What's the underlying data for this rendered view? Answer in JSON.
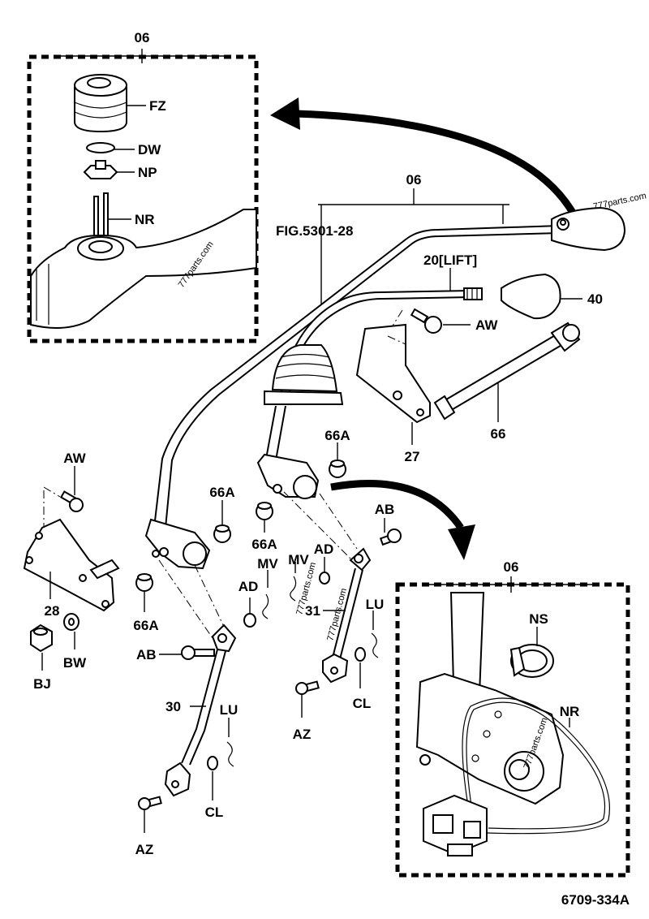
{
  "labels": {
    "top_inset_ref": "06",
    "fz": "FZ",
    "dw": "DW",
    "np": "NP",
    "nr_top": "NR",
    "main_ref": "06",
    "fig_ref": "FIG.5301-28",
    "lift_rod": "20[LIFT]",
    "knob": "40",
    "aw_right": "AW",
    "bolt_66": "66",
    "bracket_27": "27",
    "aw_left": "AW",
    "bracket_28": "28",
    "bushing_66a_1": "66A",
    "bushing_66a_2": "66A",
    "bushing_66a_3": "66A",
    "bushing_66a_4": "66A",
    "ab_1": "AB",
    "ab_2": "AB",
    "ad_1": "AD",
    "ad_2": "AD",
    "mv_1": "MV",
    "mv_2": "MV",
    "lu_1": "LU",
    "lu_2": "LU",
    "rod_30": "30",
    "rod_31": "31",
    "cl_1": "CL",
    "cl_2": "CL",
    "az_1": "AZ",
    "az_2": "AZ",
    "bj": "BJ",
    "bw": "BW",
    "bottom_inset_ref": "06",
    "ns": "NS",
    "nr_bottom": "NR",
    "figure_code": "6709-334A"
  },
  "watermarks": {
    "w1": "777parts.com",
    "w2": "777parts.com",
    "w3": "777parts.com",
    "w4": "777parts.com",
    "w5": "777parts.com"
  }
}
